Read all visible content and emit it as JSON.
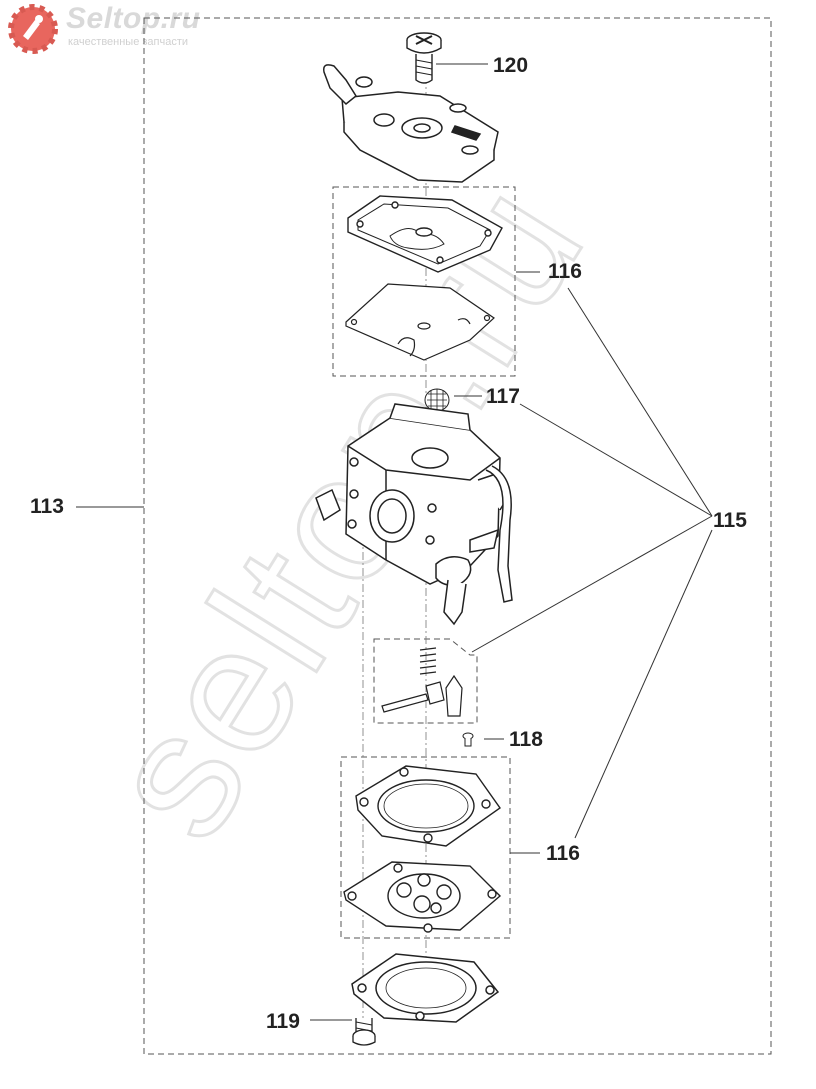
{
  "logo": {
    "title": "Seltop.ru",
    "subtitle": "качественные запчасти",
    "watermark": "seltop.ru"
  },
  "callouts": {
    "c113": "113",
    "c115": "115",
    "c116_top": "116",
    "c116_bottom": "116",
    "c117": "117",
    "c118": "118",
    "c119": "119",
    "c120": "120"
  },
  "colors": {
    "line": "#222222",
    "dash": "#555555",
    "watermark": "#e4e4e4",
    "logo_red": "#e8665e"
  }
}
